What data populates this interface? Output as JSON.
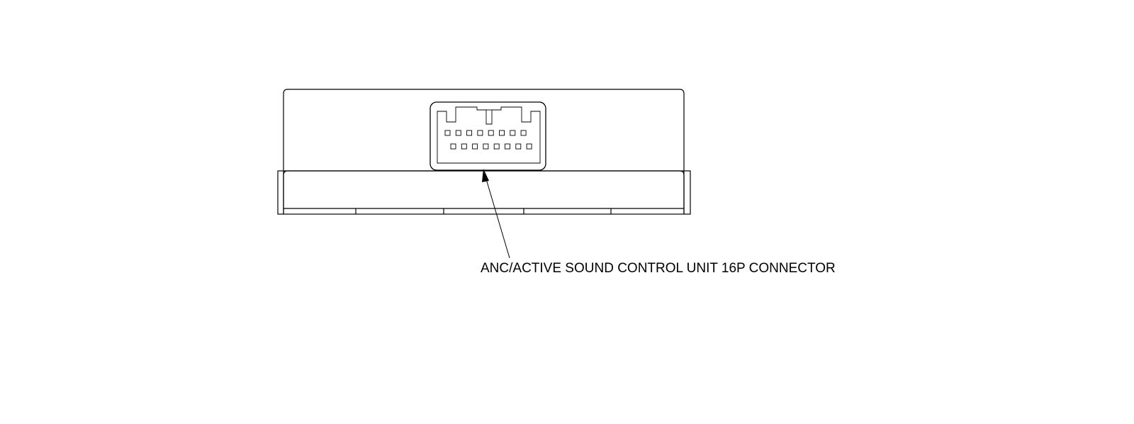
{
  "diagram": {
    "callout_label": "ANC/ACTIVE SOUND CONTROL UNIT 16P CONNECTOR",
    "connector": {
      "top_row_pins": 8,
      "bottom_row_pins": 8
    },
    "colors": {
      "line": "#000000",
      "background": "#ffffff"
    }
  }
}
